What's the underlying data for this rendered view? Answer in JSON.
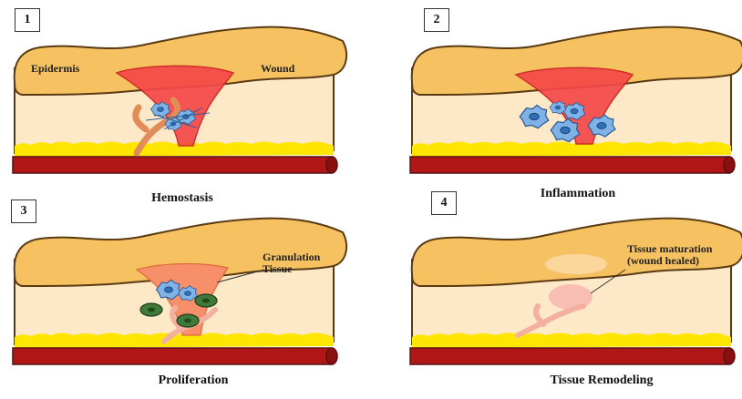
{
  "panels": [
    {
      "number": "1",
      "caption": "Hemostasis",
      "labels": {
        "epidermis": "Epidermis",
        "wound": "Wound"
      }
    },
    {
      "number": "2",
      "caption": "Inflammation"
    },
    {
      "number": "3",
      "caption": "Proliferation",
      "labels": {
        "granulation_line1": "Granulation",
        "granulation_line2": "Tissue"
      }
    },
    {
      "number": "4",
      "caption": "Tissue Remodeling",
      "labels": {
        "maturation_line1": "Tissue maturation",
        "maturation_line2": "(wound healed)"
      }
    }
  ],
  "colors": {
    "epidermis": "#f6c261",
    "dermis": "#fde8c8",
    "skin_outline": "#5a3a12",
    "fat": "#ffe600",
    "vessel": "#b11616",
    "wound": "#f44848",
    "granulation": "#f7906a",
    "platelet_cell": "#7fb2e6",
    "fibroblast": "#3f7a3a",
    "healed_pink": "#f8b9b0",
    "healed_beige": "#fcd9a8"
  }
}
